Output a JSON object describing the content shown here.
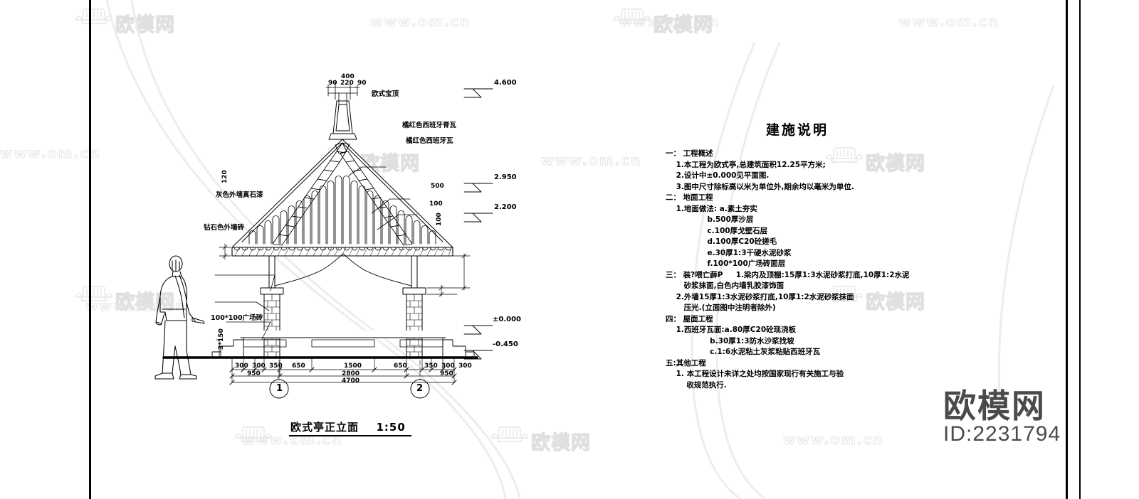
{
  "sheet": {
    "title_block": {
      "drawing_title": "欧式亭正立面",
      "scale": "1:50"
    }
  },
  "watermarks": {
    "brand": "欧模网",
    "url": "www.om.cn",
    "sofa_icon": "sofa-icon"
  },
  "corner_logo": {
    "brand": "欧模网",
    "id": "ID:2231794"
  },
  "elevation": {
    "finial": {
      "label": "欧式宝顶",
      "dim_total": "400",
      "dim_left": "90",
      "dim_mid": "220",
      "dim_right": "90"
    },
    "roof_labels": [
      "橘红色西班牙脊瓦",
      "橘红色西班牙瓦"
    ],
    "wall_labels": [
      "灰色外墙真石漆",
      "钻石色外墙砖"
    ],
    "paving_label": "100*100广场砖",
    "step_dim": "3*150",
    "eave_dim": "120",
    "beam_dim_500": "500",
    "beam_dim_100": "100",
    "cap_dim": "100",
    "levels": [
      {
        "value": "4.600"
      },
      {
        "value": "2.950"
      },
      {
        "value": "2.200"
      },
      {
        "value": "±0.000"
      },
      {
        "value": "-0.450"
      }
    ],
    "dim_chain_1": [
      "300",
      "300",
      "350",
      "650",
      "1500",
      "650",
      "350",
      "300",
      "300"
    ],
    "dim_chain_2": [
      "950",
      "2800",
      "950"
    ],
    "dim_chain_3": [
      "4700"
    ],
    "grid_bubbles": [
      "1",
      "2"
    ]
  },
  "spec": {
    "title": "建施说明",
    "lines": [
      "一： 工程概述",
      "    1.本工程为欧式亭,总建筑面积12.25平方米;",
      "    2.设计中±0.000见平面图.",
      "    3.图中尺寸除标高以米为单位外,期余均以毫米为单位.",
      "二： 地面工程",
      "    1.地面做法: a.素土夯实",
      "                b.500厚沙层",
      "                c.100厚戈壁石层",
      "                d.100厚C20砼搓毛",
      "                e.30厚1:3干硬水泥砂浆",
      "                f.100*100广场砖面层",
      "三： 装?喂亡薜P     1.梁内及顶棚:15厚1:3水泥砂浆打底,10厚1:2水泥",
      "       砂浆抹面,白色内墙乳胶漆饰面",
      "    2.外墙15厚1:3水泥砂浆打底,10厚1:2水泥砂浆抹面",
      "       压光.(立面图中注明者除外)",
      "四： 屋面工程",
      "    1.西班牙瓦面:a.80厚C20砼现浇板",
      "                 b.30厚1:3防水沙浆找坡",
      "                 c.1:6水泥粘土灰浆粘贴西班牙瓦",
      "五:其他工程",
      "    1. 本工程设计未详之处均按国家现行有关施工与验",
      "        收规范执行."
    ]
  }
}
